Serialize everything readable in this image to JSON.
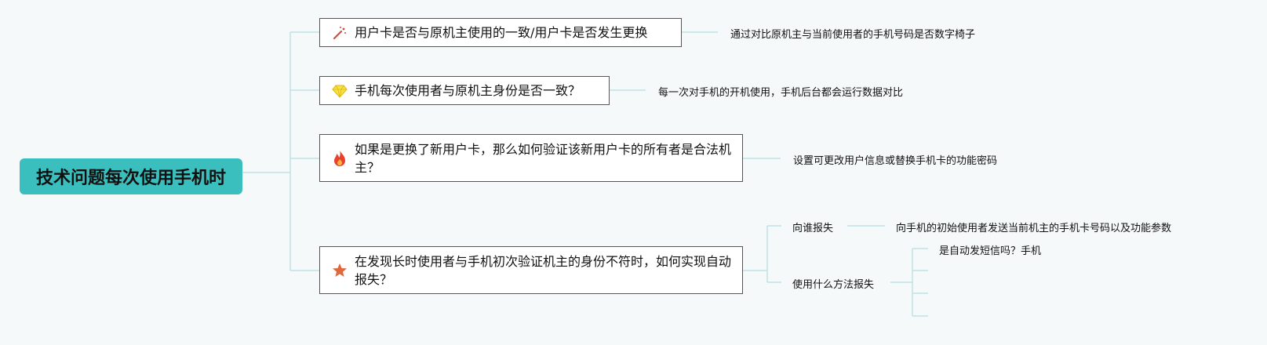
{
  "root": {
    "label": "技术问题每次使用手机时"
  },
  "questions": [
    {
      "icon": "magic-wand-icon",
      "label": "用户卡是否与原机主使用的一致/用户卡是否发生更换",
      "answer": "通过对比原机主与当前使用者的手机号码是否数字椅子"
    },
    {
      "icon": "diamond-icon",
      "label": "手机每次使用者与原机主身份是否一致？",
      "answer": "每一次对手机的开机使用，手机后台都会运行数据对比"
    },
    {
      "icon": "fire-icon",
      "label": "如果是更换了新用户卡，那么如何验证该新用户卡的所有者是合法机主？",
      "answer": "设置可更改用户信息或替换手机卡的功能密码"
    },
    {
      "icon": "star-icon",
      "label": "在发现长时使用者与手机初次验证机主的身份不符时，如何实现自动报失？"
    }
  ],
  "sub_questions": [
    {
      "label": "向谁报失",
      "answer": "向手机的初始使用者发送当前机主的手机卡号码以及功能参数"
    },
    {
      "label": "使用什么方法报失",
      "answers": [
        "是自动发短信吗？手机"
      ]
    }
  ],
  "colors": {
    "root_fill": "#3bbfbe",
    "line": "#bfe3e6",
    "background": "#f5f9fa"
  }
}
